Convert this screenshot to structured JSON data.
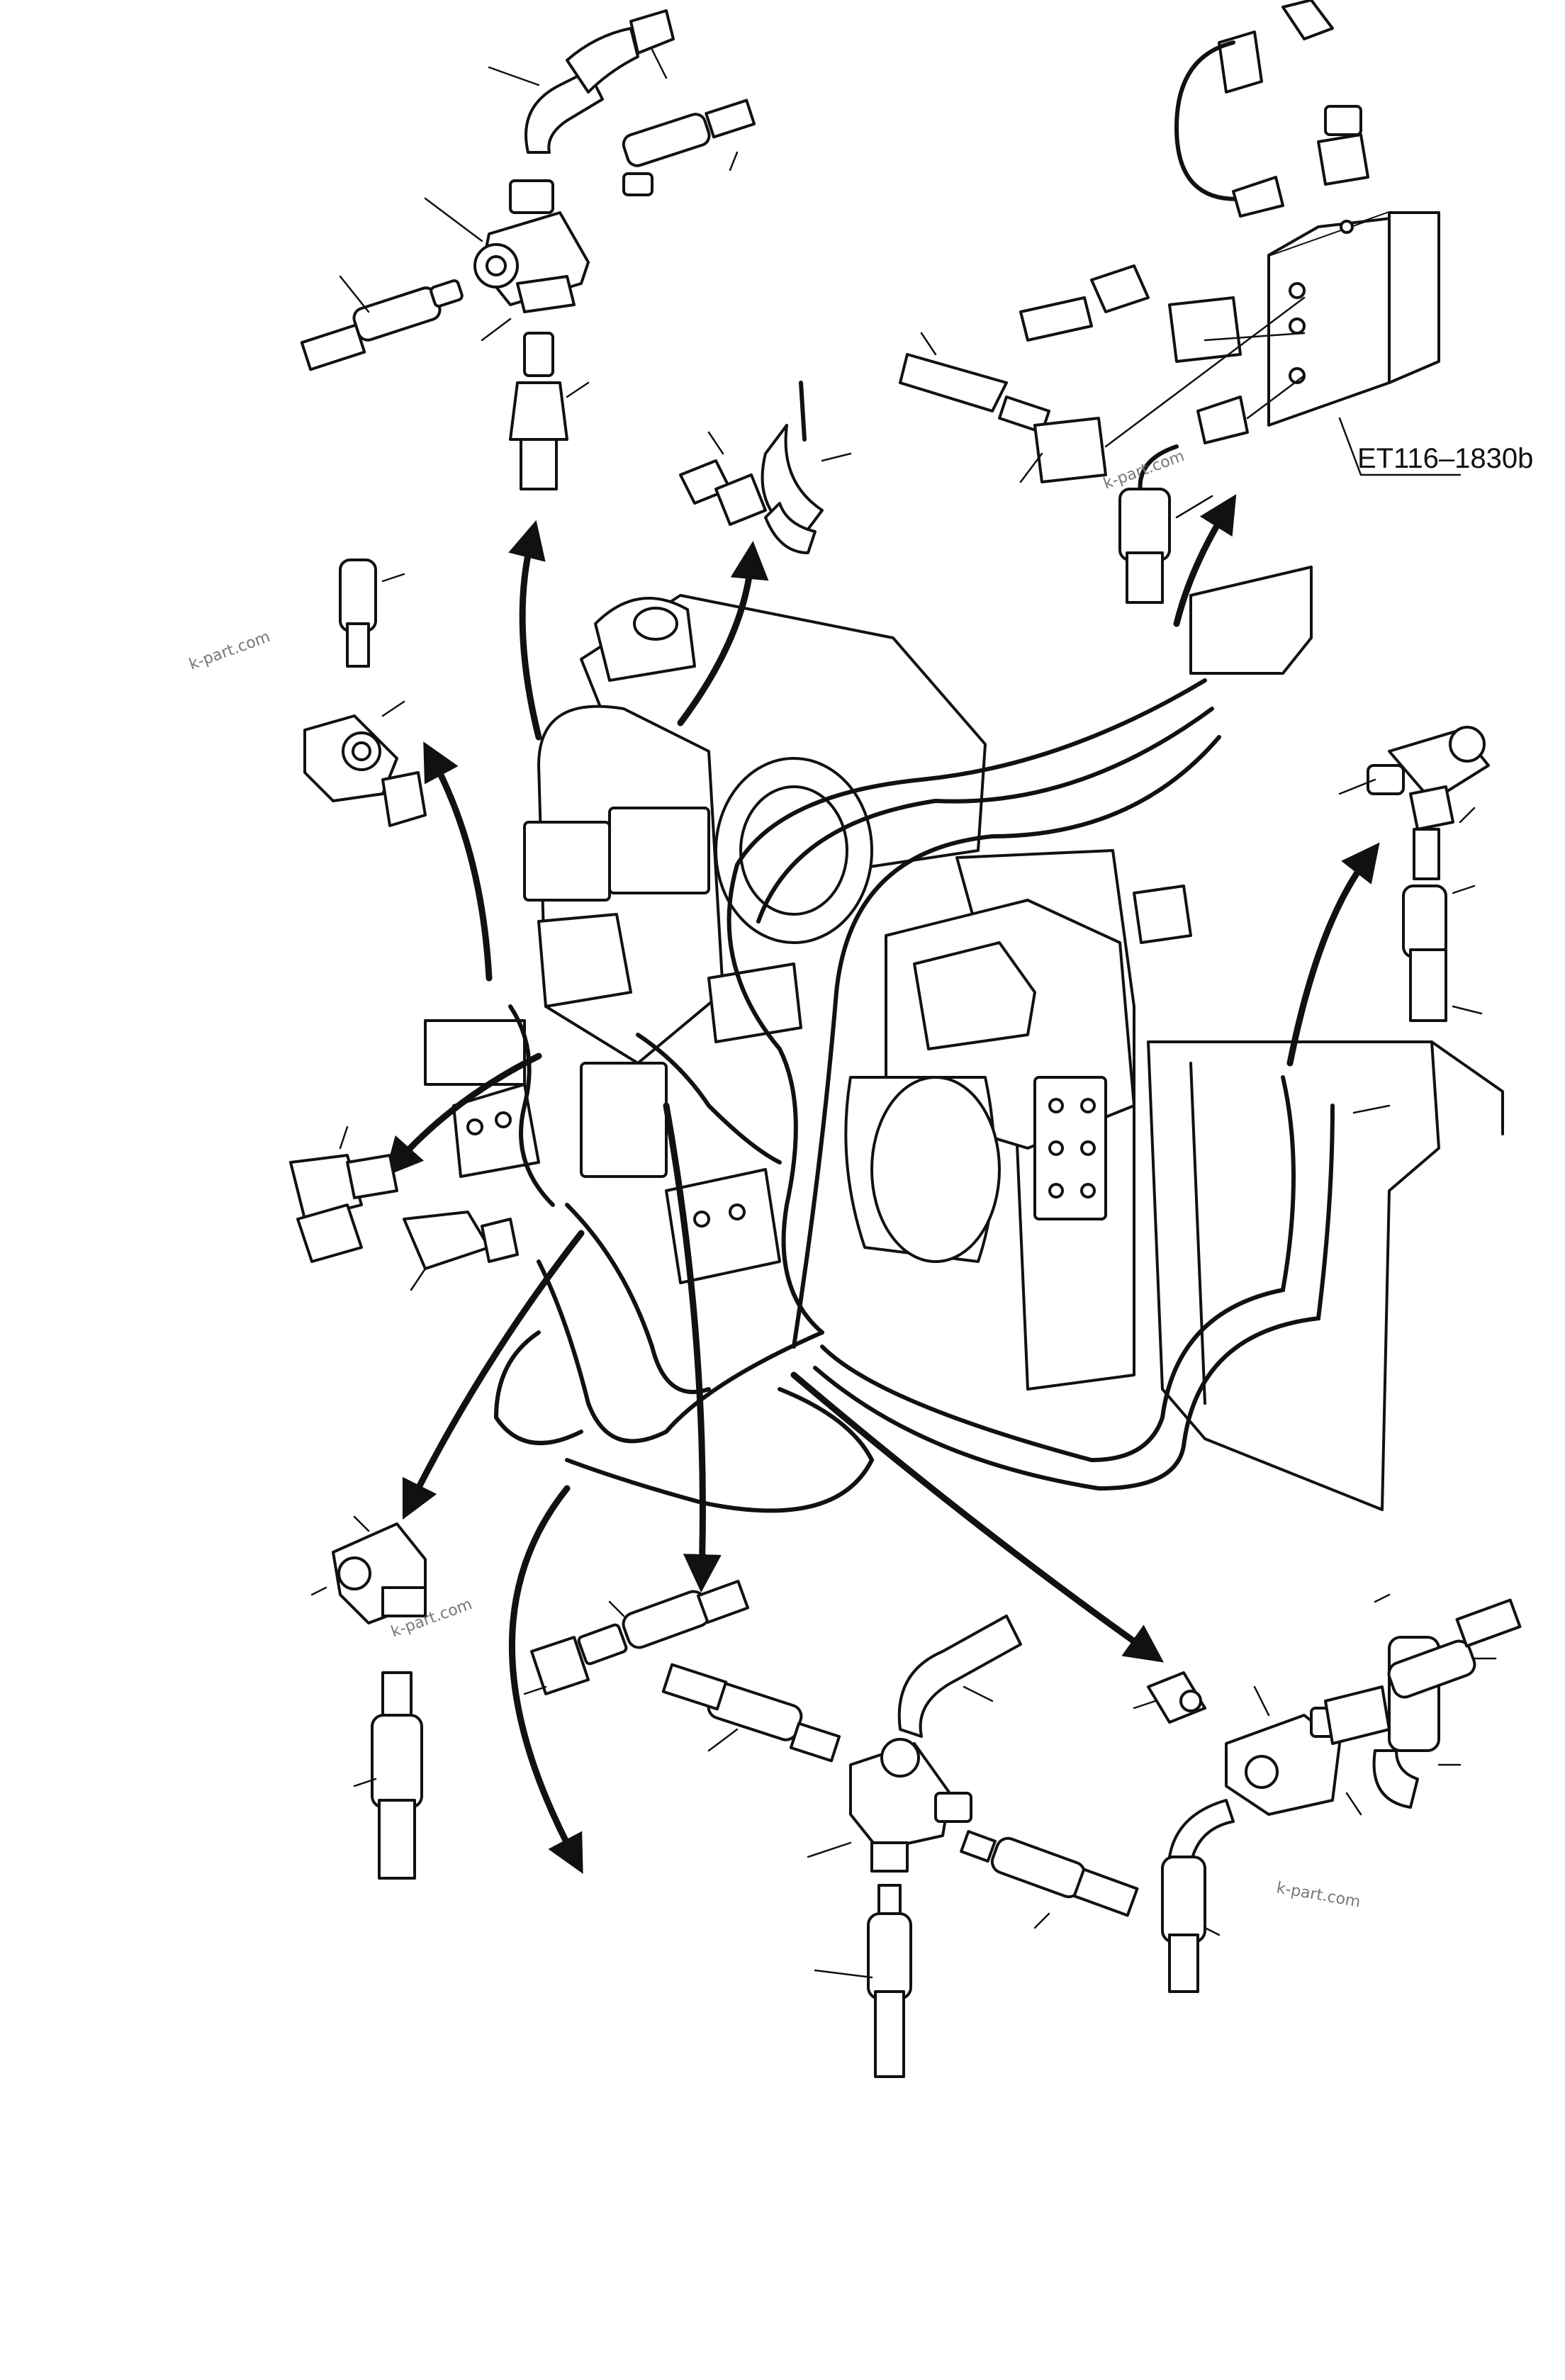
{
  "drawing": {
    "reference_code": "ET116–1830b",
    "watermark": "k-part.com"
  },
  "icons": {
    "arrow": "curved-arrow-icon",
    "leader": "leader-line",
    "fitting": "fitting-icon",
    "hose": "hose-icon"
  }
}
